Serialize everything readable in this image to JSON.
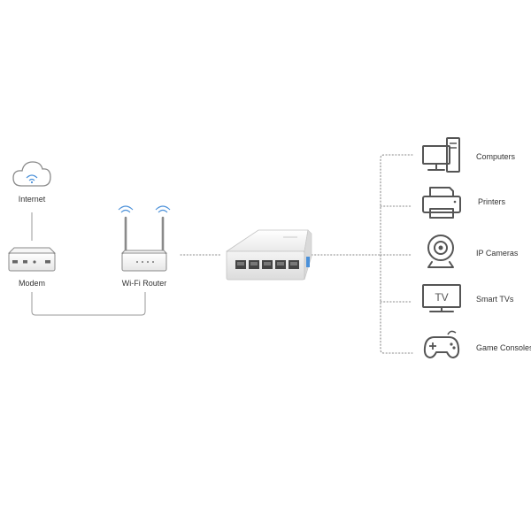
{
  "upstream": {
    "internet_label": "Internet",
    "modem_label": "Modem",
    "router_label": "Wi-Fi Router"
  },
  "switch": {
    "port_count": 5
  },
  "devices": [
    {
      "label": "Computers",
      "icon": "computer-icon"
    },
    {
      "label": "Printers",
      "icon": "printer-icon"
    },
    {
      "label": "IP Cameras",
      "icon": "ip-camera-icon"
    },
    {
      "label": "Smart TVs",
      "icon": "smart-tv-icon"
    },
    {
      "label": "Game Consoles",
      "icon": "game-controller-icon"
    }
  ],
  "tv_icon_text": "TV",
  "colors": {
    "line": "#9a9a9a",
    "icon": "#555555",
    "accent_blue": "#4a90d9"
  }
}
